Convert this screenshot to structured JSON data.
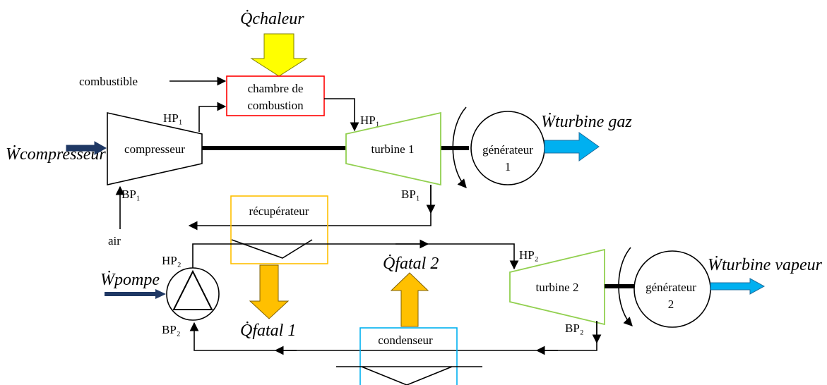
{
  "labels": {
    "q_chaleur": "Q̇chaleur",
    "combustible": "combustible",
    "chambre_line1": "chambre de",
    "chambre_line2": "combustion",
    "hp1_left": "HP₁",
    "hp1_right": "HP₁",
    "bp1_left": "BP₁",
    "bp1_right": "BP₁",
    "w_compresseur": "Ẇcompresseur",
    "compresseur": "compresseur",
    "turbine1": "turbine 1",
    "generateur1_line1": "générateur",
    "generateur1_line2": "1",
    "w_turbine_gaz": "Ẇturbine gaz",
    "air": "air",
    "recuperateur": "récupérateur",
    "hp2_left": "HP₂",
    "hp2_right": "HP₂",
    "bp2_left": "BP₂",
    "bp2_right": "BP₂",
    "w_pompe": "Ẇpompe",
    "q_fatal1": "Q̇fatal 1",
    "q_fatal2": "Q̇fatal 2",
    "turbine2": "turbine 2",
    "generateur2_line1": "générateur",
    "generateur2_line2": "2",
    "w_turbine_vapeur": "Ẇturbine vapeur",
    "condenseur": "condenseur"
  },
  "colors": {
    "heat_in": "#ffff00",
    "heat_out": "#ffc000",
    "work_in": "#1f3864",
    "work_out": "#00b0f0",
    "chamber_border": "#ff0000",
    "recuperator_border": "#ffc000",
    "condenser_border": "#00b0f0",
    "turbine_border": "#92d050"
  }
}
